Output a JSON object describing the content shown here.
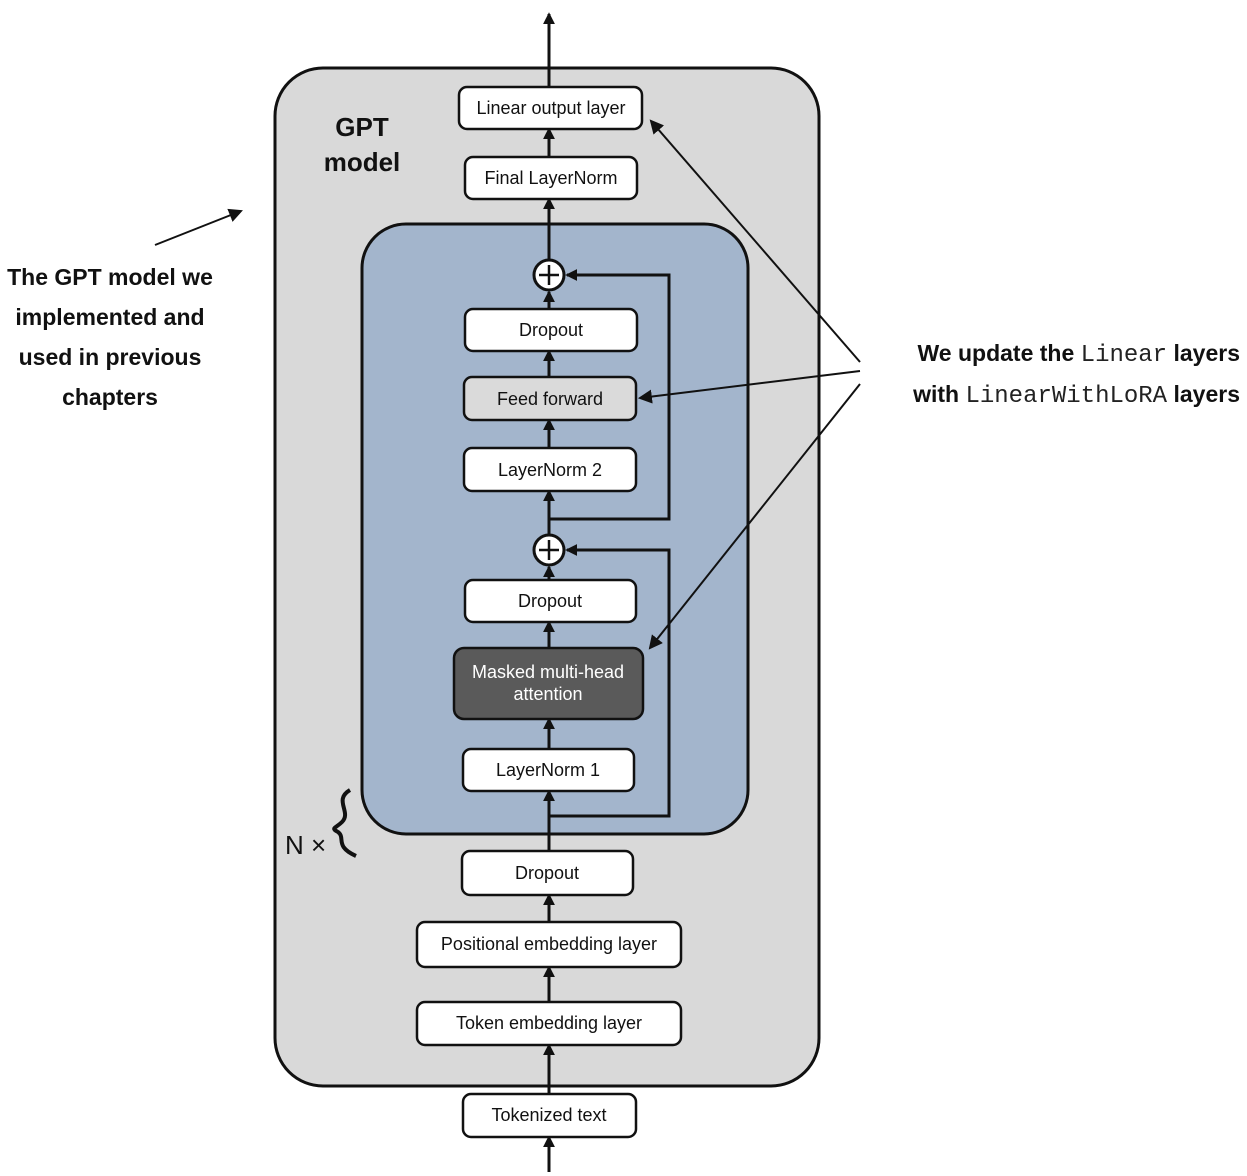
{
  "model_title": {
    "line1": "GPT",
    "line2": "model"
  },
  "nodes": {
    "tokenized_text": "Tokenized text",
    "token_embedding": "Token embedding layer",
    "positional_embedding": "Positional embedding layer",
    "dropout_embed": "Dropout",
    "layernorm1": "LayerNorm 1",
    "masked_attention_line1": "Masked multi-head",
    "masked_attention_line2": "attention",
    "dropout_attn": "Dropout",
    "layernorm2": "LayerNorm 2",
    "feed_forward": "Feed forward",
    "dropout_ff": "Dropout",
    "final_layernorm": "Final LayerNorm",
    "linear_output": "Linear output layer"
  },
  "repeat_label": "N ×",
  "annotation_left": {
    "lines": [
      "The GPT model we",
      "implemented and",
      "used in previous",
      "chapters"
    ]
  },
  "annotation_right": {
    "line1_prefix": "We update the ",
    "line1_code": "Linear",
    "line1_suffix": " layers",
    "line2_prefix": "with ",
    "line2_code": "LinearWithLoRA",
    "line2_suffix": " layers"
  },
  "colors": {
    "model_bg": "#d9d9d9",
    "block_bg": "#a3b5cc",
    "box_bg": "#ffffff",
    "feed_forward_bg": "#dadada",
    "attention_bg": "#5a5a5a"
  }
}
